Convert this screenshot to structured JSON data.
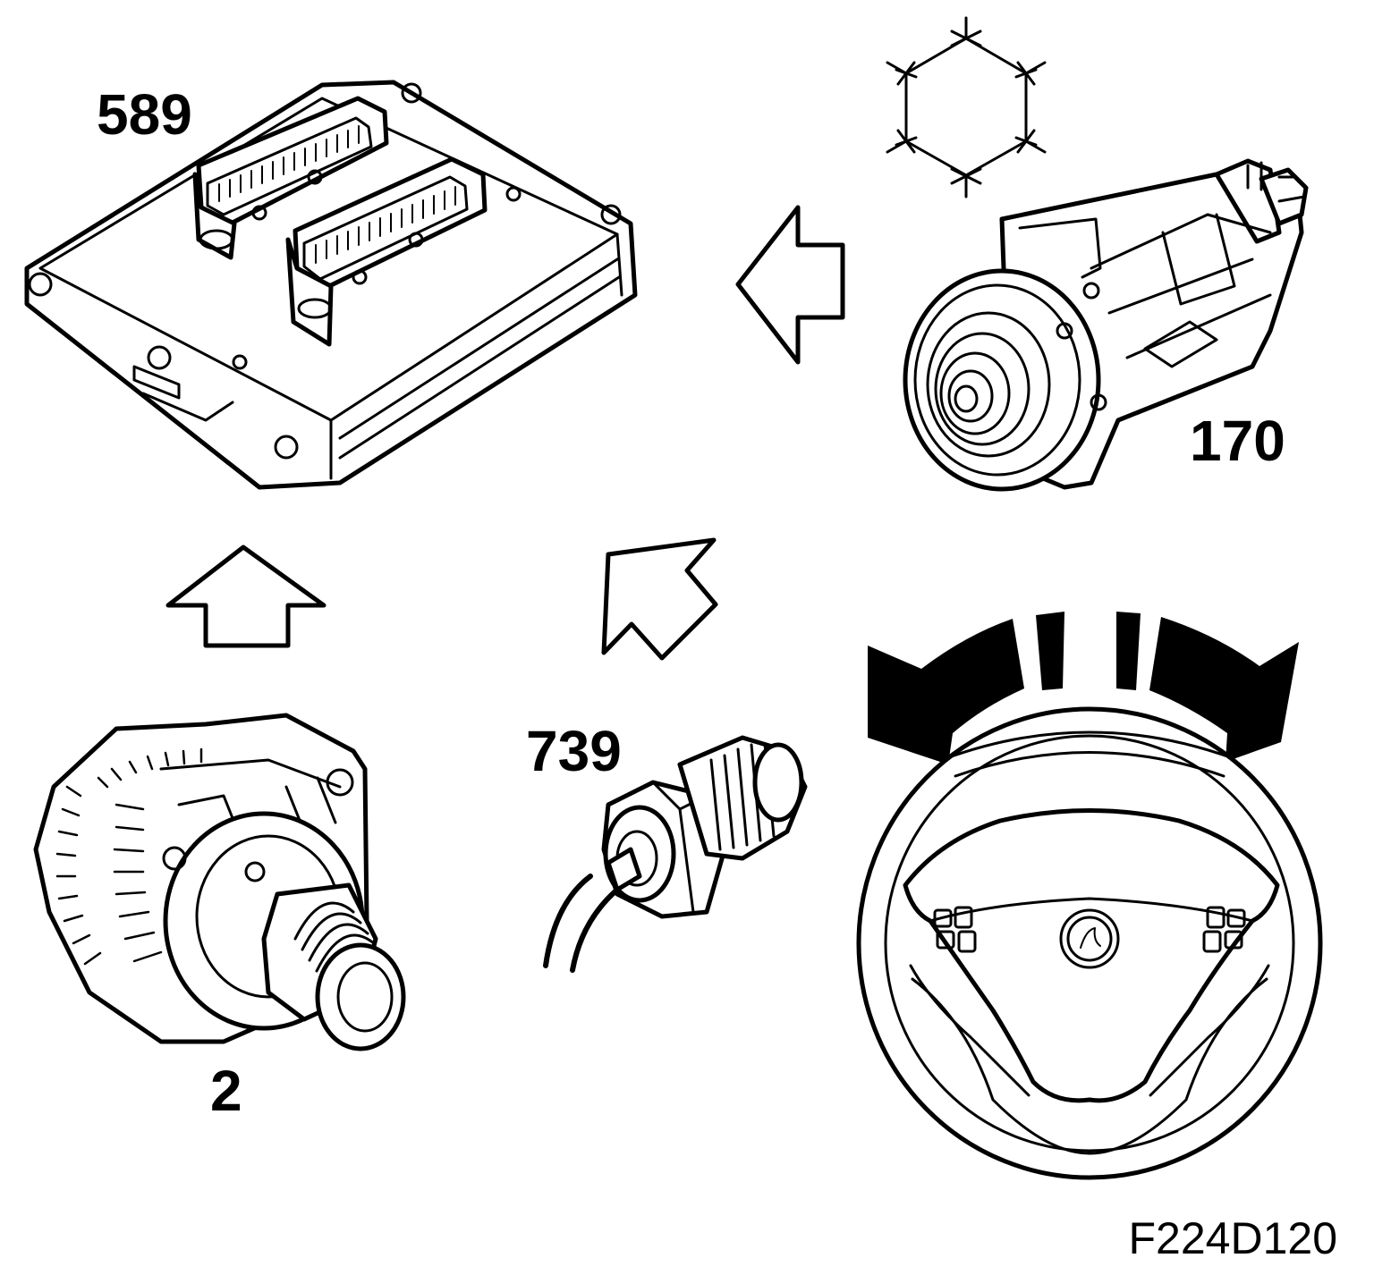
{
  "labels": {
    "ecu": "589",
    "compressor": "170",
    "alternator": "2",
    "pressure_sensor": "739"
  },
  "figure_id": "F224D120",
  "icons": [
    "ecu-module-icon",
    "ac-compressor-icon",
    "alternator-icon",
    "pressure-sensor-icon",
    "steering-wheel-icon",
    "snowflake-icon",
    "arrow-icon"
  ],
  "colors": {
    "ink": "#000000",
    "background": "#ffffff"
  }
}
